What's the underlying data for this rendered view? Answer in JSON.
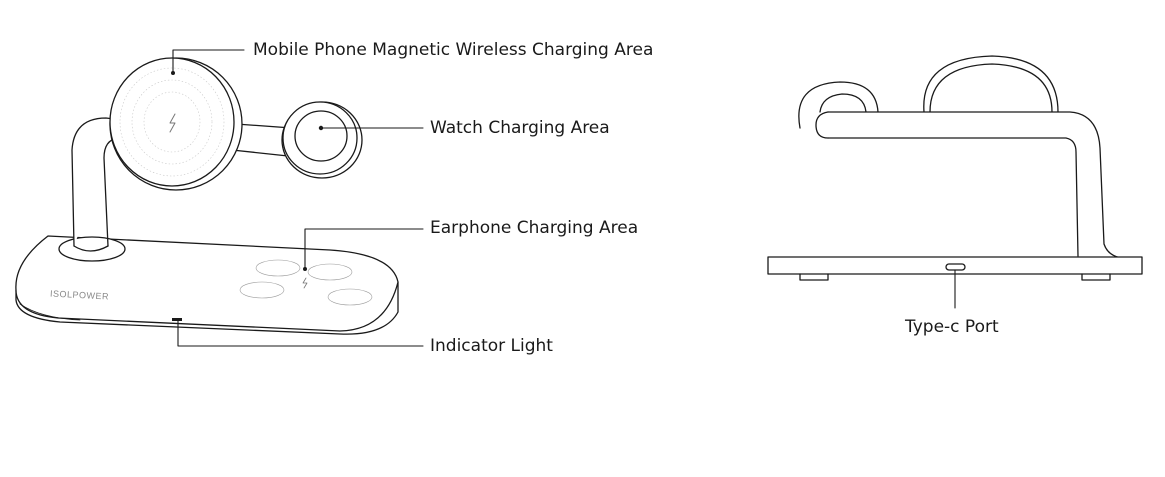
{
  "callouts": {
    "phone_area": "Mobile Phone Magnetic Wireless Charging Area",
    "watch_area": "Watch Charging Area",
    "earphone_area": "Earphone Charging Area",
    "indicator": "Indicator Light",
    "type_c": "Type-c Port"
  },
  "device": {
    "brand_mark": "ISOLPOWER"
  },
  "colors": {
    "stroke": "#1a1a1a",
    "fill": "#ffffff"
  }
}
